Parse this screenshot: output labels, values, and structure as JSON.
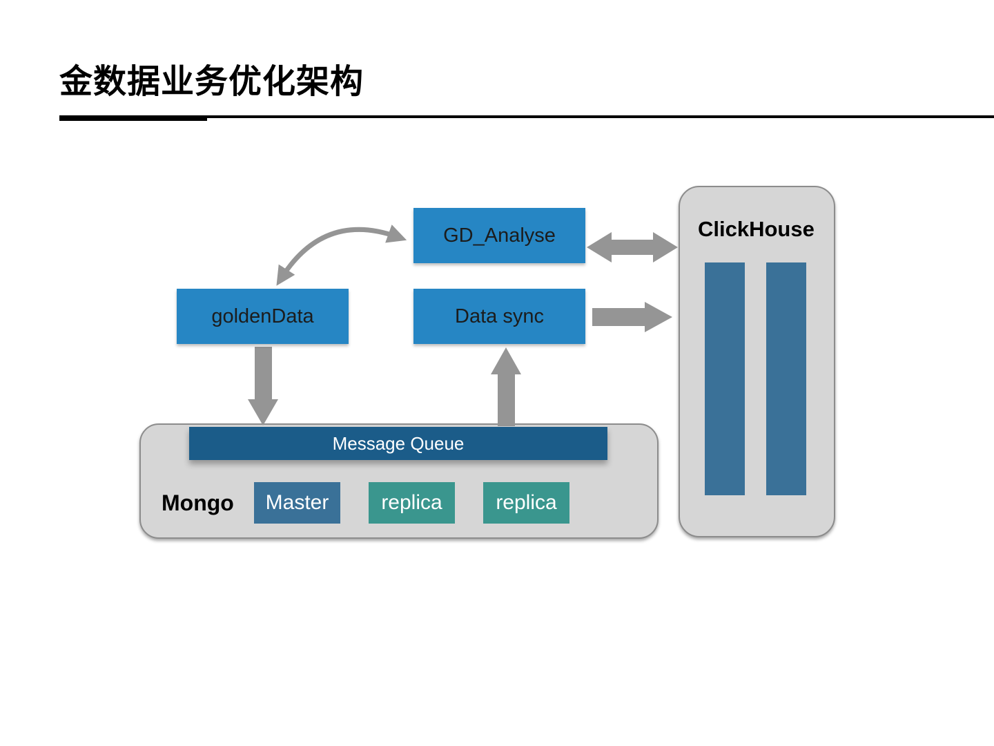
{
  "page": {
    "title": "金数据业务优化架构"
  },
  "diagram": {
    "nodes": {
      "gd_analyse": "GD_Analyse",
      "golden_data": "goldenData",
      "data_sync": "Data sync",
      "message_queue": "Message Queue",
      "mongo": "Mongo",
      "master": "Master",
      "replica_1": "replica",
      "replica_2": "replica",
      "clickhouse": "ClickHouse"
    },
    "edges": [
      {
        "from": "goldenData",
        "to": "GD_Analyse",
        "type": "bidirectional-curved"
      },
      {
        "from": "GD_Analyse",
        "to": "ClickHouse",
        "type": "bidirectional"
      },
      {
        "from": "Data sync",
        "to": "ClickHouse",
        "type": "directed"
      },
      {
        "from": "goldenData",
        "to": "Message Queue",
        "type": "directed"
      },
      {
        "from": "Message Queue",
        "to": "Data sync",
        "type": "directed"
      }
    ],
    "colors": {
      "service_box": "#2686c4",
      "message_queue": "#1b5c89",
      "master": "#3a7198",
      "replica": "#3a968e",
      "clickhouse_shard": "#3a7198",
      "panel": "#d6d6d6",
      "arrow": "#959595"
    }
  }
}
